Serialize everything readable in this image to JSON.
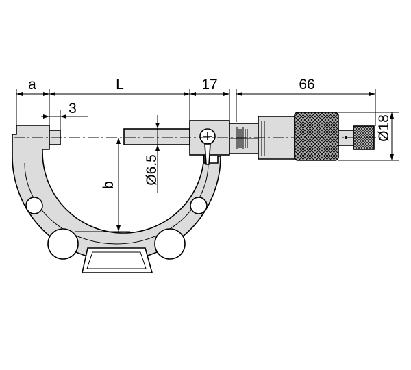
{
  "colors": {
    "body_fill": "#dcdcdc",
    "knurl_fill": "#b4b4b4",
    "line": "#000000",
    "background": "#ffffff"
  },
  "dimensions": {
    "a": "a",
    "L": "L",
    "d17": "17",
    "d66": "66",
    "d3": "3",
    "b": "b",
    "spindle_dia": "Ø6.5",
    "ratchet_dia": "Ø18"
  }
}
